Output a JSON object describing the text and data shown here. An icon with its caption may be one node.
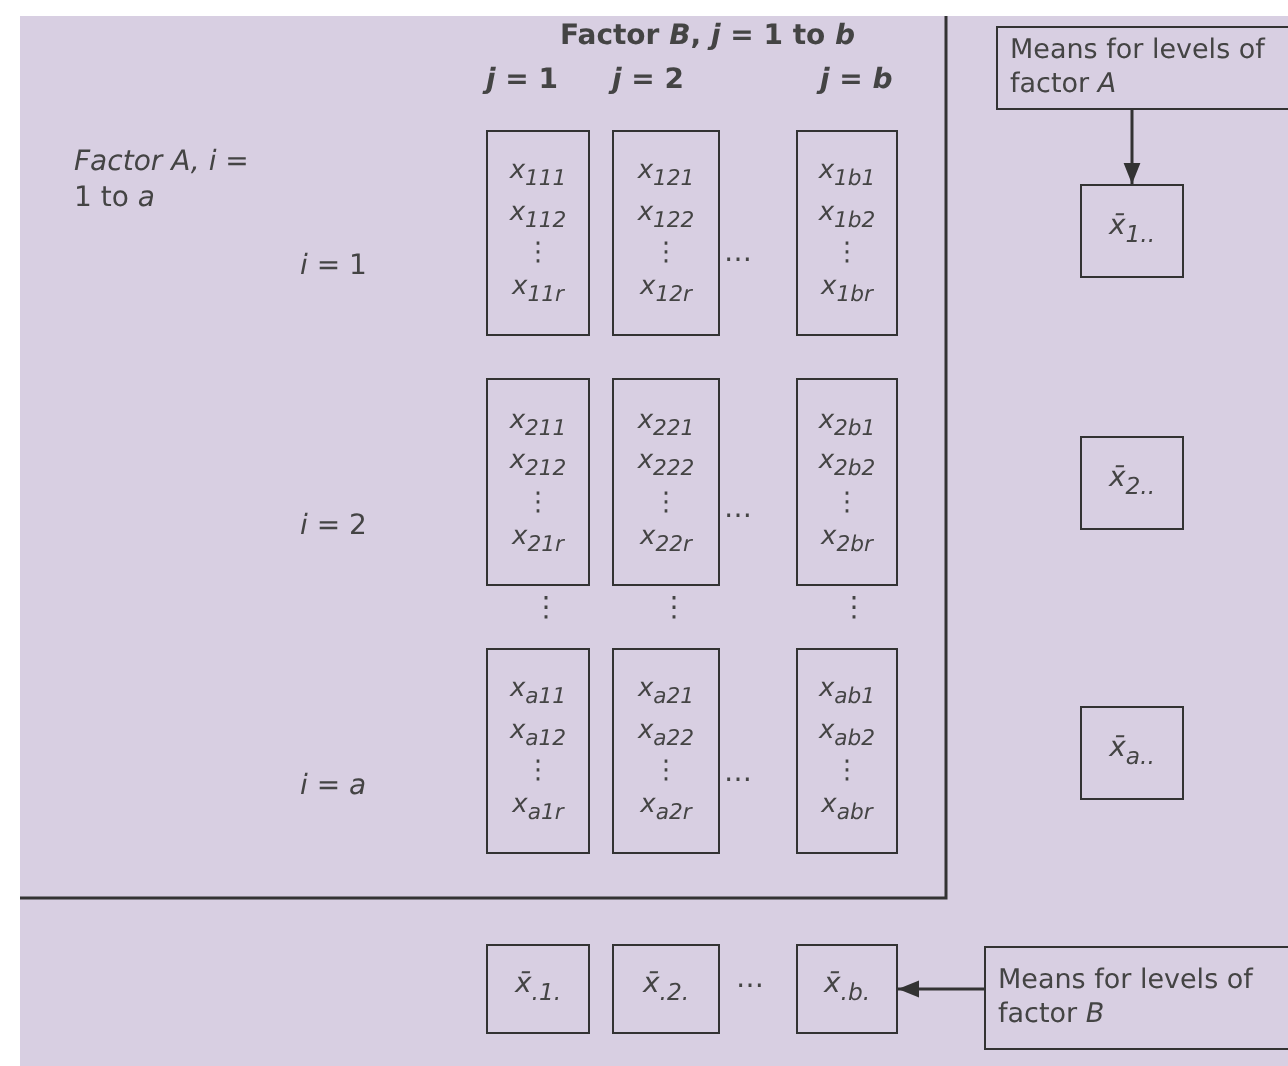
{
  "diagram": {
    "nodes": [
      {
        "text": [
          "x$_{111}$ x$_{112}$ ⋮ x$_{11r}$"
        ]
      },
      {
        "text": [
          "x$_{121}$ x$_{122}$ ⋮ x$_{12r}$"
        ]
      },
      {
        "text": [
          "x$_{1b1}$ x$_{1b2}$ ⋮ x$_{1br}$"
        ]
      },
      {
        "text": [
          "x$_{211}$ x$_{212}$ ⋮ x$_{21r}$"
        ]
      },
      {
        "text": [
          "x$_{221}$ x$_{222}$ ⋮ x$_{22r}$"
        ]
      },
      {
        "text": [
          "x$_{2b1}$ x$_{2b2}$ ⋮ x$_{2br}$"
        ]
      },
      {
        "text": [
          "x$_{a11}$ x$_{a12}$ ⋮ x$_{a1r}$"
        ]
      },
      {
        "text": [
          "x$_{a21}$ x$_{a22}$ ⋮ x$_{a2r}$"
        ]
      },
      {
        "text": [
          "x$_{ab1}$ x$_{ab2}$ ⋮ x$_{abr}$"
        ]
      },
      {
        "text": [
          "Means for levels of factor *A*"
        ]
      },
      {
        "text": [
          "x̄$_{1..}$"
        ]
      },
      {
        "text": [
          "x̄$_{2..}$"
        ]
      },
      {
        "text": [
          "x̄$_{a..}$"
        ]
      },
      {
        "text": [
          "x̄$_{.1.}$"
        ]
      },
      {
        "text": [
          "x̄$_{.2.}$"
        ]
      },
      {
        "text": [
          "x̄$_{.b.}$"
        ]
      },
      {
        "text": [
          "Means for levels of factor *B*"
        ]
      }
    ],
    "edges": [
      {
        "from": 9,
        "to": 10,
        "arrow": "to"
      },
      {
        "from": 16,
        "to": 15,
        "arrow": "to"
      }
    ],
    "labels": [
      "Factor *B*, *j* = 1 to *b*",
      "*j* = 1",
      "*j* = 2",
      "*j* = *b*",
      "*Factor A,* *i* = 1 to *a*",
      "*i* = 1",
      "⋯",
      "*i* = 2",
      "⋯",
      "⋮",
      "⋮",
      "⋮",
      "*i* = *a*",
      "⋯",
      "⋯"
    ]
  }
}
